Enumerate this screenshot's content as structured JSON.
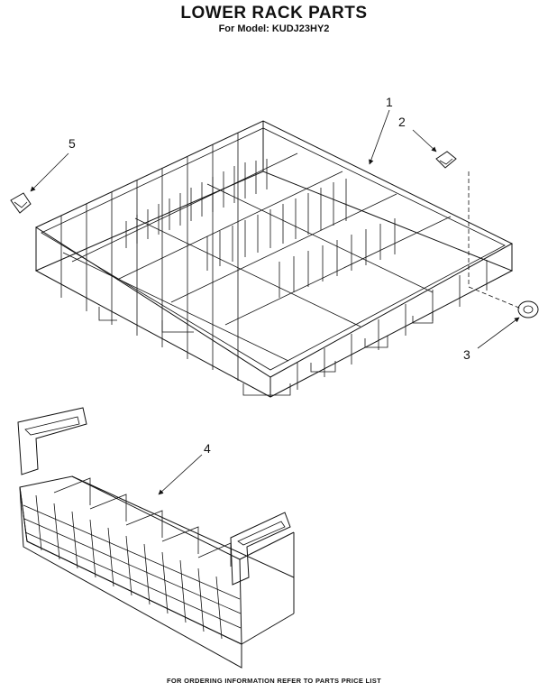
{
  "header": {
    "title": "LOWER RACK PARTS",
    "subtitle": "For Model: KUDJ23HY2"
  },
  "callouts": [
    {
      "id": "1",
      "part": "lower-rack"
    },
    {
      "id": "2",
      "part": "clip"
    },
    {
      "id": "3",
      "part": "wheel"
    },
    {
      "id": "4",
      "part": "silverware-basket"
    },
    {
      "id": "5",
      "part": "clip"
    }
  ],
  "footer": {
    "text": "FOR ORDERING INFORMATION REFER TO PARTS PRICE LIST"
  }
}
